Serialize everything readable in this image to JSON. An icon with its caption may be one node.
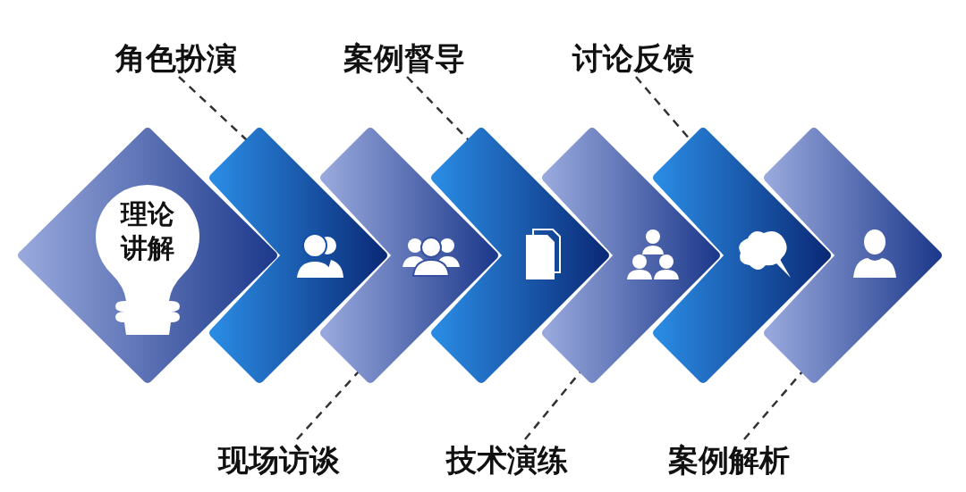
{
  "diagram": {
    "nodes": [
      {
        "text": [
          "理论讲解"
        ]
      },
      {
        "text": [],
        "shape": "chevron"
      },
      {
        "text": [],
        "shape": "chevron"
      },
      {
        "text": [],
        "shape": "chevron"
      },
      {
        "text": [],
        "shape": "chevron"
      },
      {
        "text": [],
        "shape": "chevron"
      },
      {
        "text": [],
        "shape": "chevron"
      },
      {
        "text": [
          "角色扮演"
        ]
      },
      {
        "text": [
          "案例督导"
        ]
      },
      {
        "text": [
          "讨论反馈"
        ]
      },
      {
        "text": [
          "现场访谈"
        ]
      },
      {
        "text": [
          "技术演练"
        ]
      },
      {
        "text": [
          "案例解析"
        ]
      }
    ],
    "edges": [
      {
        "from": 7,
        "to": 1,
        "arrow": "none",
        "style": "dashed"
      },
      {
        "from": 8,
        "to": 3,
        "arrow": "none",
        "style": "dashed"
      },
      {
        "from": 9,
        "to": 5,
        "arrow": "none",
        "style": "dashed"
      },
      {
        "from": 10,
        "to": 2,
        "arrow": "none",
        "style": "dashed"
      },
      {
        "from": 11,
        "to": 4,
        "arrow": "none",
        "style": "dashed"
      },
      {
        "from": 12,
        "to": 6,
        "arrow": "none",
        "style": "dashed"
      }
    ]
  }
}
